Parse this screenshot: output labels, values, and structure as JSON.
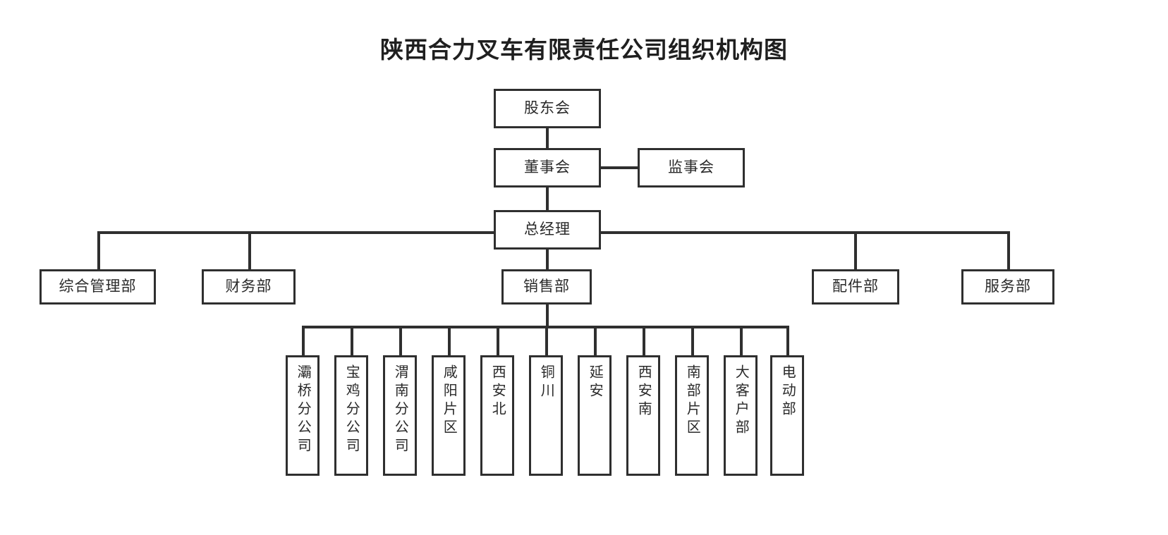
{
  "title": "陕西合力叉车有限责任公司组织机构图",
  "colors": {
    "line": "#2f2f2f",
    "box_border": "#2f2f2f",
    "box_fill": "#ffffff",
    "title_text": "#1f1f1f",
    "node_text": "#2a2a2a",
    "background": "#ffffff"
  },
  "nodes": {
    "shareholders": "股东会",
    "board_of_directors": "董事会",
    "board_of_supervisors": "监事会",
    "general_manager": "总经理"
  },
  "departments": [
    {
      "label": "综合管理部"
    },
    {
      "label": "财务部"
    },
    {
      "label": "销售部"
    },
    {
      "label": "配件部"
    },
    {
      "label": "服务部"
    }
  ],
  "sales_units": [
    {
      "label": "灞桥分公司"
    },
    {
      "label": "宝鸡分公司"
    },
    {
      "label": "渭南分公司"
    },
    {
      "label": "咸阳片区"
    },
    {
      "label": "西安北"
    },
    {
      "label": "铜川"
    },
    {
      "label": "延安"
    },
    {
      "label": "西安南"
    },
    {
      "label": "南部片区"
    },
    {
      "label": "大客户部"
    },
    {
      "label": "电动部"
    }
  ],
  "chart_data": {
    "type": "diagram",
    "diagram_type": "organization-chart",
    "title": "陕西合力叉车有限责任公司组织机构图",
    "levels": [
      {
        "level": 1,
        "items": [
          "股东会"
        ]
      },
      {
        "level": 2,
        "items": [
          "董事会",
          "监事会"
        ]
      },
      {
        "level": 3,
        "items": [
          "总经理"
        ]
      },
      {
        "level": 4,
        "items": [
          "综合管理部",
          "财务部",
          "销售部",
          "配件部",
          "服务部"
        ]
      },
      {
        "level": 5,
        "items": [
          "灞桥分公司",
          "宝鸡分公司",
          "渭南分公司",
          "咸阳片区",
          "西安北",
          "铜川",
          "延安",
          "西安南",
          "南部片区",
          "大客户部",
          "电动部"
        ]
      }
    ],
    "edges": [
      {
        "from": "股东会",
        "to": "董事会"
      },
      {
        "from": "董事会",
        "to": "监事会"
      },
      {
        "from": "董事会",
        "to": "总经理"
      },
      {
        "from": "总经理",
        "to": "综合管理部"
      },
      {
        "from": "总经理",
        "to": "财务部"
      },
      {
        "from": "总经理",
        "to": "销售部"
      },
      {
        "from": "总经理",
        "to": "配件部"
      },
      {
        "from": "总经理",
        "to": "服务部"
      },
      {
        "from": "销售部",
        "to": "灞桥分公司"
      },
      {
        "from": "销售部",
        "to": "宝鸡分公司"
      },
      {
        "from": "销售部",
        "to": "渭南分公司"
      },
      {
        "from": "销售部",
        "to": "咸阳片区"
      },
      {
        "from": "销售部",
        "to": "西安北"
      },
      {
        "from": "销售部",
        "to": "铜川"
      },
      {
        "from": "销售部",
        "to": "延安"
      },
      {
        "from": "销售部",
        "to": "西安南"
      },
      {
        "from": "销售部",
        "to": "南部片区"
      },
      {
        "from": "销售部",
        "to": "大客户部"
      },
      {
        "from": "销售部",
        "to": "电动部"
      }
    ]
  }
}
